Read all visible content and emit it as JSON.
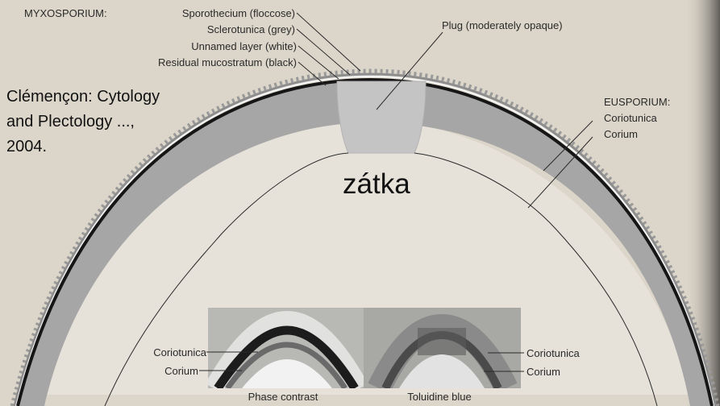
{
  "labels": {
    "myxosporium": "MYXOSPORIUM:",
    "sporothecium": "Sporothecium (floccose)",
    "sclerotunica": "Sclerotunica (grey)",
    "unnamed": "Unnamed layer (white)",
    "mucostratum": "Residual mucostratum (black)",
    "plug": "Plug (moderately opaque)",
    "eusporium": "EUSPORIUM:",
    "coriotunica": "Coriotunica",
    "corium": "Corium",
    "zatka": "zátka"
  },
  "citation": {
    "line1": "Clémençon: Cytology",
    "line2": "and Plectology ...,",
    "line3": "2004."
  },
  "micrographs": {
    "left_coriotunica": "Coriotunica",
    "left_corium": "Corium",
    "left_caption": "Phase contrast",
    "right_coriotunica": "Coriotunica",
    "right_corium": "Corium",
    "right_caption": "Toluidine blue"
  },
  "colors": {
    "background": "#dcd6ca",
    "coriotunica_band": "#a6a6a6",
    "mucostratum": "#161616",
    "sclerotunica": "#8e8e8e",
    "unnamed_layer": "#f4f4f4",
    "plug": "#c4c4c4",
    "corium": "#e6e2da"
  }
}
